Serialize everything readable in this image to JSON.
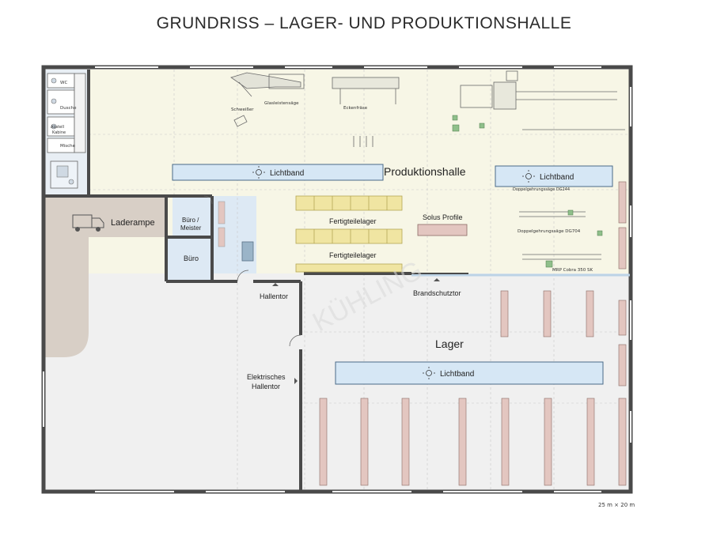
{
  "title": "GRUNDRISS – LAGER- UND PRODUKTIONSHALLE",
  "areas": {
    "production": "Produktionshalle",
    "warehouse": "Lager",
    "loading_ramp": "Laderampe",
    "office_master": [
      "Büro /",
      "Meister"
    ],
    "office": "Büro"
  },
  "light_bands": {
    "left": "Lichtband",
    "right": "Lichtband",
    "warehouse": "Lichtband"
  },
  "sanitary": {
    "wc": "WC",
    "shower": "Dusche",
    "storage": [
      "Abstell",
      "Kabine"
    ],
    "mini": "Mische"
  },
  "machines": {
    "welder": "Schweißer",
    "glass_saw": "Glasleistensäge",
    "corner_mill": "Eckenfräse",
    "double_saw_1": "Doppelgehrungssäge DG244",
    "double_saw_2": "Doppelgehrungssäge DG704",
    "mrp": "MRP Cobra 350 SK",
    "solus": "Solus Profile"
  },
  "storage_racks": {
    "top": "Fertigteilelager",
    "bottom": "Fertigteilelager"
  },
  "doors": {
    "hallentor": "Hallentor",
    "fire_door": "Brandschutztor",
    "electric_door": [
      "Elektrisches",
      "Hallentor"
    ]
  },
  "scale_note": "25 m × 20 m",
  "watermark": "KÜHLING",
  "colors": {
    "wall": "#4a4a4a",
    "floor": "#f0f0f0",
    "production_floor": "#f7f6e6",
    "ramp": "#d8cfc6",
    "office_blue": "#dde9f4",
    "light_band": "#d6e7f5",
    "rack_yellow": "#f0e5a2",
    "rack_pink": "#e3c6c0"
  }
}
